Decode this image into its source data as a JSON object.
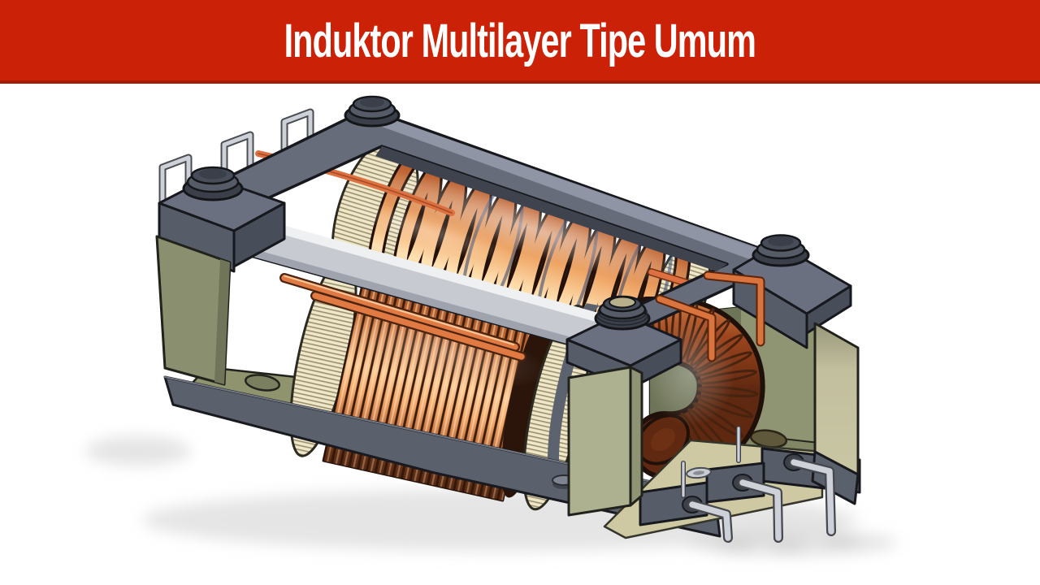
{
  "header": {
    "title": "Induktor Multilayer Tipe Umum",
    "background_color": "#cb2107",
    "text_color": "#ffffff"
  },
  "illustration": {
    "description": "Cutaway illustration of a generic multilayer inductor: layered copper wire coils wound over a laminated core inside a gray metal frame with dome screw caps on top, olive-green housing panels, a toroidal winding end, and bent silver lead pins emerging from the base at the lower right.",
    "parts": [
      "metal-frame",
      "dome-screws",
      "upper-copper-coil",
      "lower-copper-coil",
      "laminated-core-ends",
      "toroidal-winding-end",
      "olive-housing-panels",
      "base-plate",
      "silver-lead-pins",
      "copper-terminal-pins",
      "bracket-pins"
    ],
    "colors": {
      "copper_bright": "#f0a868",
      "copper_deep": "#8a3c1c",
      "frame_gray": "#666c79",
      "silver": "#ced1d7",
      "olive": "#8a8f70",
      "khaki": "#cfc9a3",
      "cream": "#efe7c9",
      "background": "#ffffff"
    }
  }
}
